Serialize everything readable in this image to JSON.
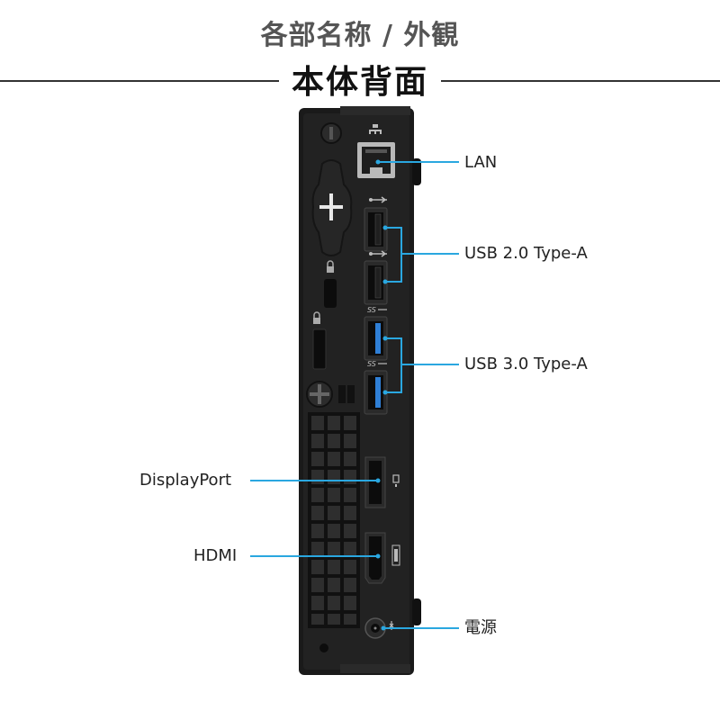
{
  "header": {
    "subtitle": "各部名称 / 外観",
    "title": "本体背面"
  },
  "labels": {
    "lan": "LAN",
    "usb2": "USB 2.0 Type-A",
    "usb3": "USB 3.0 Type-A",
    "displayport": "DisplayPort",
    "hdmi": "HDMI",
    "power": "電源"
  },
  "colors": {
    "callout_line": "#2aa7e0",
    "usb3_port": "#2f7fd6",
    "chassis": "#1a1a1a"
  },
  "icons": [
    "network-icon",
    "usb-icon",
    "superspeed-usb-icon",
    "lock-icon",
    "displayport-icon",
    "hdmi-icon",
    "power-icon"
  ]
}
